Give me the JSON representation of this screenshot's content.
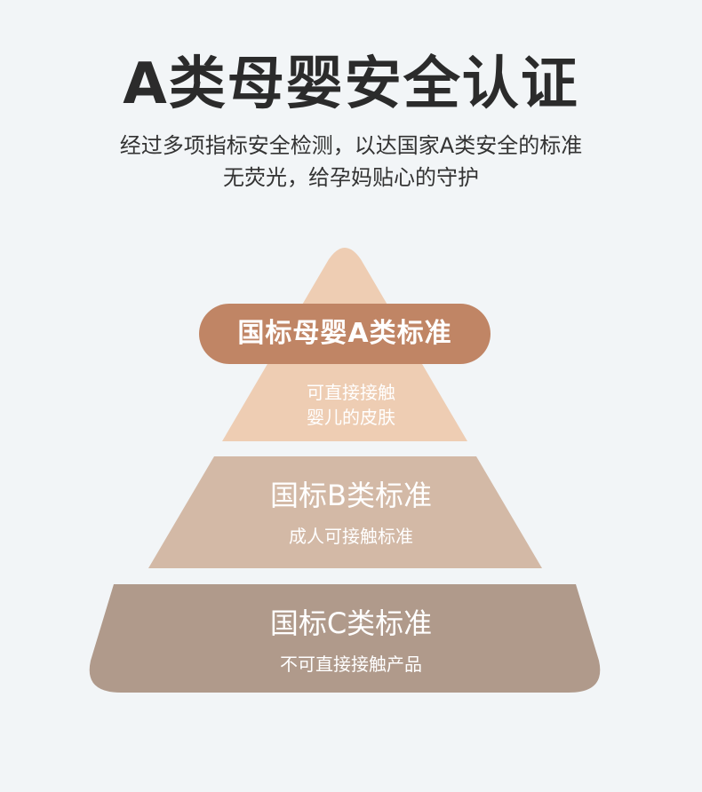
{
  "header": {
    "title": "A类母婴安全认证",
    "subtitle_line1": "经过多项指标安全检测，以达国家A类安全的标准",
    "subtitle_line2": "无荧光，给孕妈贴心的守护"
  },
  "pyramid": {
    "top": {
      "title": "国标母婴A类标准",
      "desc_line1": "可直接接触",
      "desc_line2": "婴儿的皮肤",
      "color": "#eecdb3",
      "badge_color": "#c08565"
    },
    "middle": {
      "title": "国标B类标准",
      "desc": "成人可接触标准",
      "color": "#d3b9a6"
    },
    "bottom": {
      "title": "国标C类标准",
      "desc": "不可直接接触产品",
      "color": "#b09a8b"
    }
  }
}
